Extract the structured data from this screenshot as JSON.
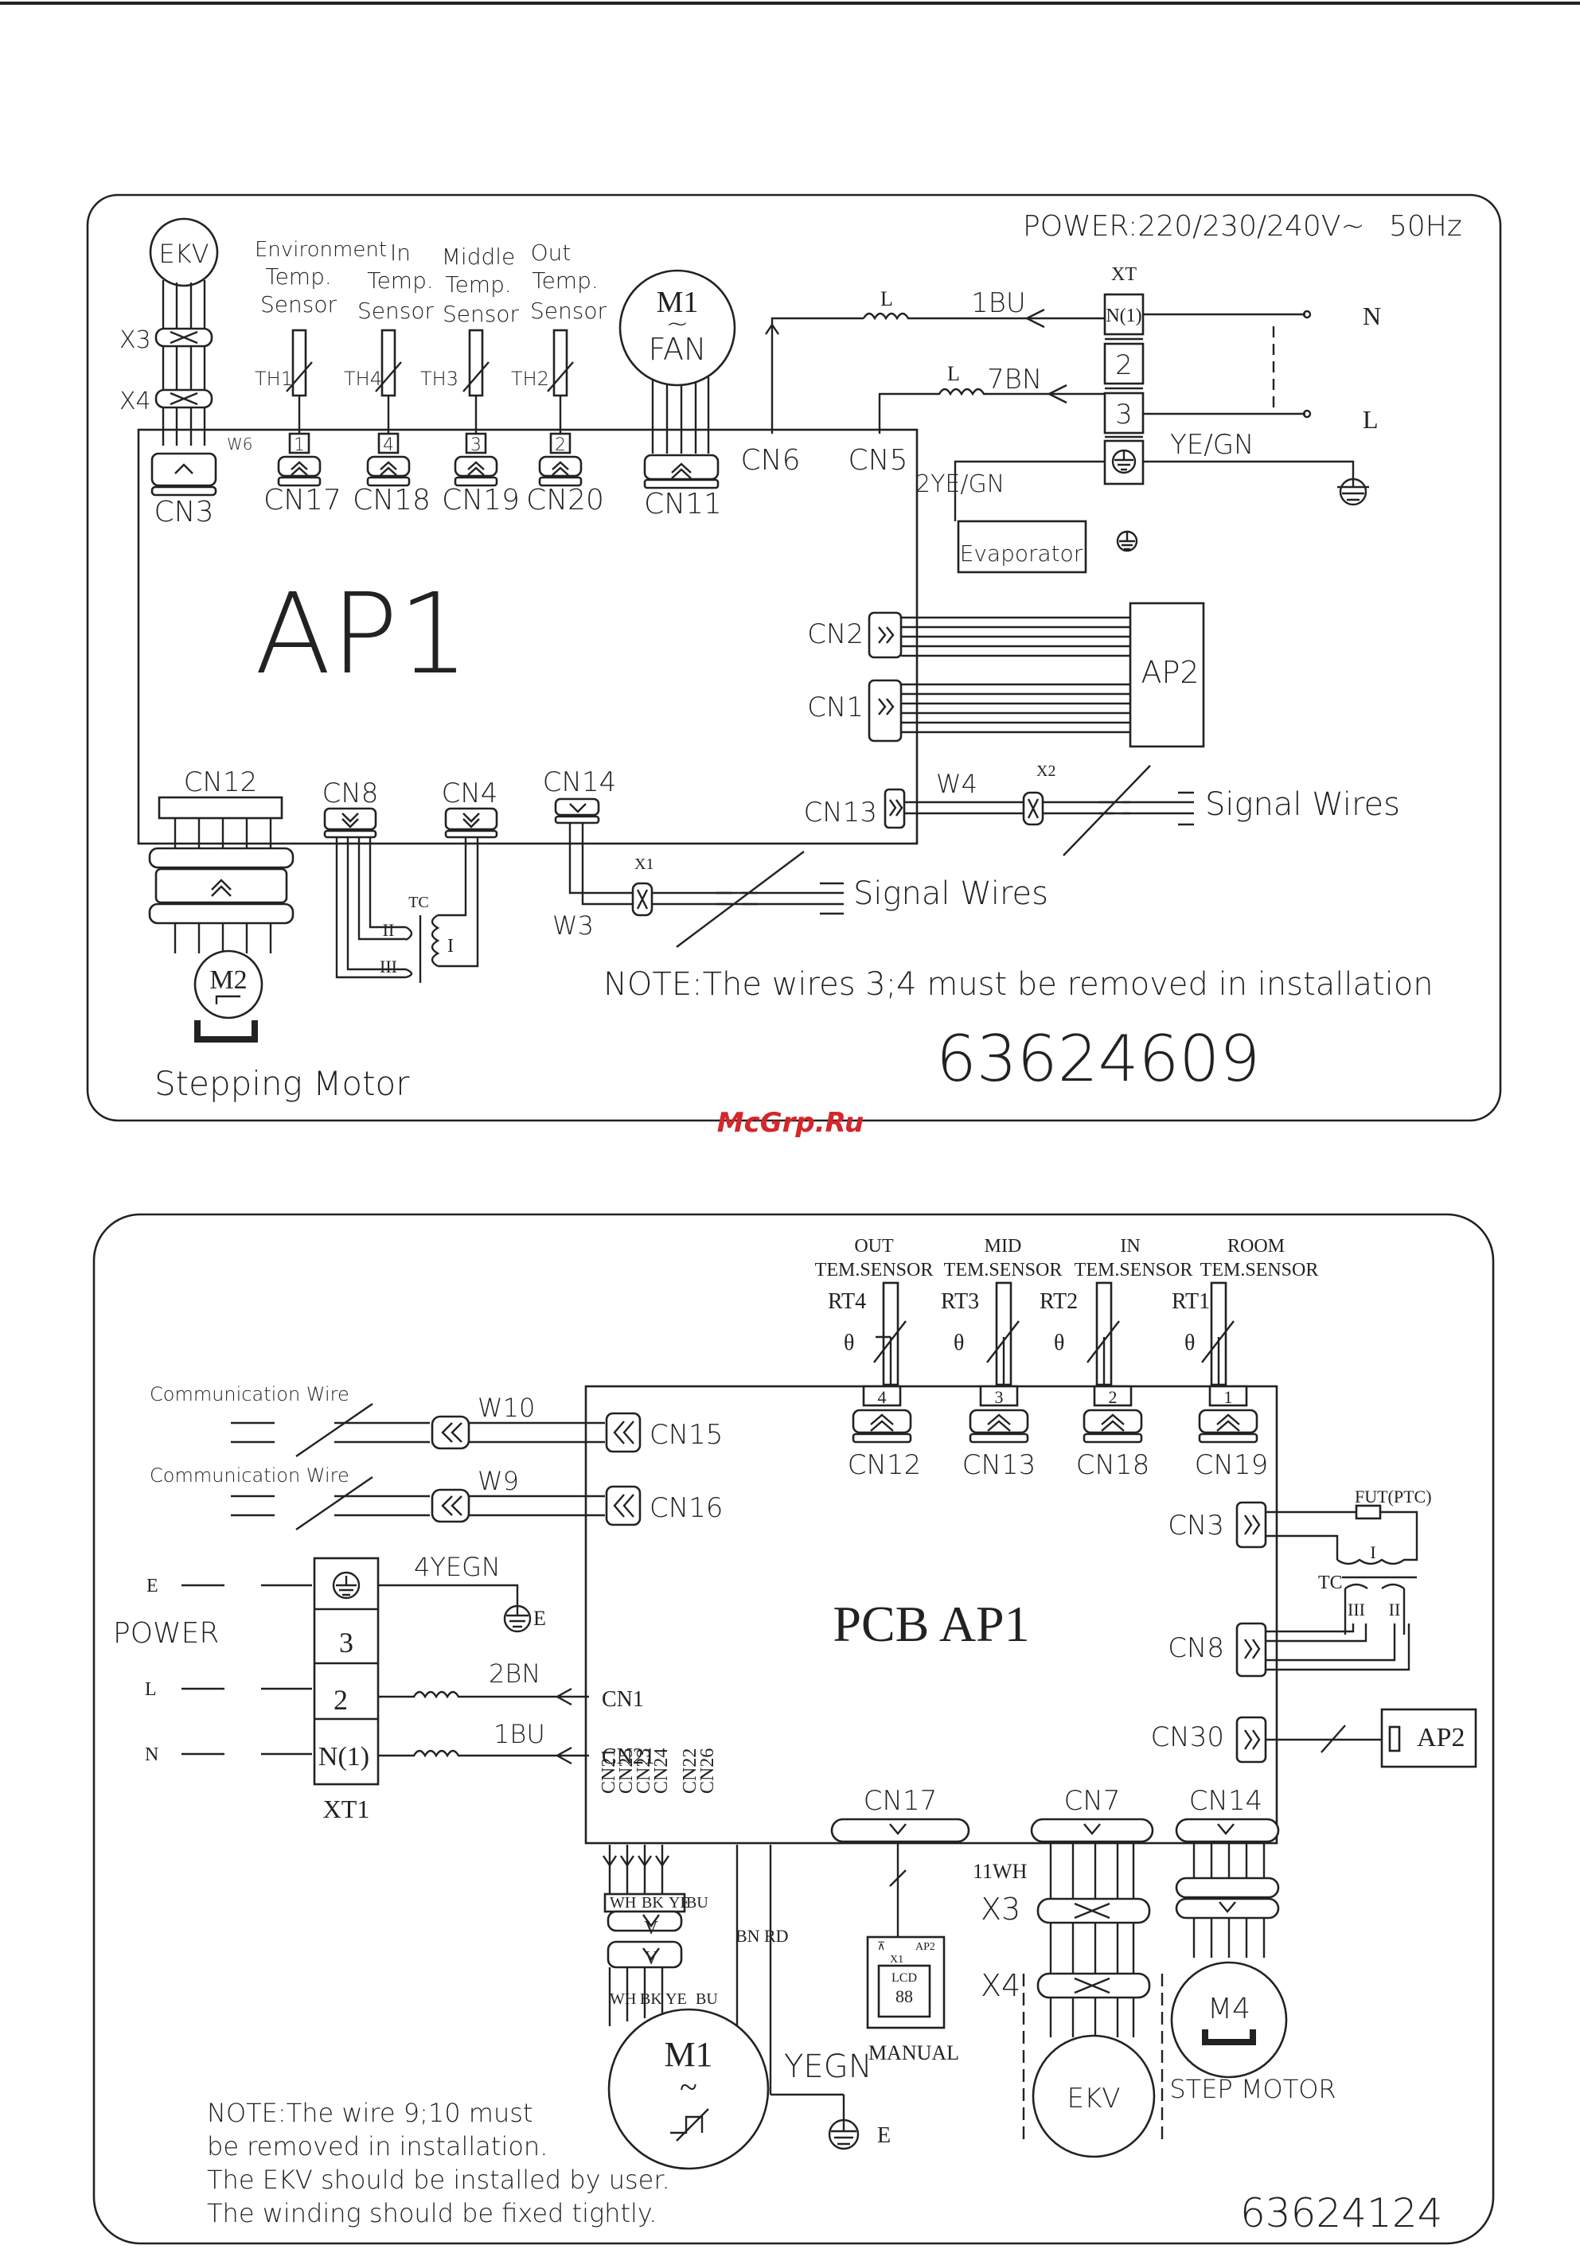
{
  "watermark": "McGrp.Ru",
  "diagram1": {
    "power_label": "POWER:220/230/240V~",
    "hz_label": "50Hz",
    "ekv": "EKV",
    "x3": "X3",
    "x4": "X4",
    "w6": "W6",
    "cn3": "CN3",
    "sensors": [
      {
        "line1": "Environment",
        "line2": "Temp.",
        "line3": "Sensor",
        "th": "TH1",
        "num": "1",
        "cn": "CN17"
      },
      {
        "line1": "In",
        "line2": "Temp.",
        "line3": "Sensor",
        "th": "TH4",
        "num": "4",
        "cn": "CN18"
      },
      {
        "line1": "Middle",
        "line2": "Temp.",
        "line3": "Sensor",
        "th": "TH3",
        "num": "3",
        "cn": "CN19"
      },
      {
        "line1": "Out",
        "line2": "Temp.",
        "line3": "Sensor",
        "th": "TH2",
        "num": "2",
        "cn": "CN20"
      }
    ],
    "fan_m1": "M1",
    "fan_tilde": "~",
    "fan_label": "FAN",
    "cn11": "CN11",
    "cn6": "CN6",
    "cn5": "CN5",
    "l1": "L",
    "l2": "L",
    "bu": "1BU",
    "bn": "7BN",
    "xt": "XT",
    "xt_terms": [
      "N(1)",
      "2",
      "3"
    ],
    "n_label": "N",
    "l_label": "L",
    "yegn": "YE/GN",
    "yegn2": "2YE/GN",
    "evaporator": "Evaporator",
    "ap1": "AP1",
    "ap2": "AP2",
    "cn2": "CN2",
    "cn1": "CN1",
    "cn13": "CN13",
    "w4": "W4",
    "x2": "X2",
    "signal1": "Signal Wires",
    "cn12": "CN12",
    "cn8": "CN8",
    "cn4": "CN4",
    "cn14": "CN14",
    "tc": "TC",
    "tc_ii": "II",
    "tc_iii": "III",
    "tc_i": "I",
    "x1": "X1",
    "w3": "W3",
    "signal2": "Signal Wires",
    "m2": "M2",
    "stepping": "Stepping Motor",
    "note": "NOTE:The wires 3;4 must be removed in installation",
    "code": "63624609"
  },
  "diagram2": {
    "sensors": [
      {
        "line1": "OUT",
        "line2": "TEM.SENSOR",
        "rt": "RT4",
        "num": "4",
        "cn": "CN12"
      },
      {
        "line1": "MID",
        "line2": "TEM.SENSOR",
        "rt": "RT3",
        "num": "3",
        "cn": "CN13"
      },
      {
        "line1": "IN",
        "line2": "TEM.SENSOR",
        "rt": "RT2",
        "num": "2",
        "cn": "CN18"
      },
      {
        "line1": "ROOM",
        "line2": "TEM.SENSOR",
        "rt": "RT1",
        "num": "1",
        "cn": "CN19"
      }
    ],
    "comm1": "Communication Wire",
    "comm2": "Communication Wire",
    "w10": "W10",
    "w9": "W9",
    "cn15": "CN15",
    "cn16": "CN16",
    "pcb": "PCB AP1",
    "cn3": "CN3",
    "fut": "FUT(PTC)",
    "tc": "TC",
    "tc_i": "I",
    "tc_iii": "III",
    "tc_ii": "II",
    "cn8": "CN8",
    "cn30": "CN30",
    "ap2": "AP2",
    "e_in": "E",
    "power": "POWER",
    "l_in": "L",
    "n_in": "N",
    "xt_terms": [
      "3",
      "2",
      "N(1)"
    ],
    "xt1": "XT1",
    "yegn4": "4YEGN",
    "e_gnd": "E",
    "bn2": "2BN",
    "bu1": "1BU",
    "cn1": "CN1",
    "cn21": "CN21",
    "vert_cns": [
      "CN21",
      "CN25",
      "CN23",
      "CN24",
      "CN22",
      "CN26"
    ],
    "wires_top": [
      "WH",
      "BK",
      "YE",
      "BU"
    ],
    "wires_bottom": [
      "WH",
      "BK",
      "YE",
      "BU"
    ],
    "v": "V",
    "bn": "BN",
    "rd": "RD",
    "m1": "M1",
    "yegn": "YEGN",
    "e_m1": "E",
    "cn17": "CN17",
    "cn7": "CN7",
    "cn14": "CN14",
    "wh11": "11WH",
    "x3": "X3",
    "x4": "X4",
    "manual_ap2": "AP2",
    "manual_x1": "X1",
    "manual_lcd": "LCD",
    "manual_digits": "88",
    "manual": "MANUAL",
    "ekv": "EKV",
    "m4": "M4",
    "step": "STEP MOTOR",
    "note1": "NOTE:The wire 9;10 must",
    "note2": "be removed in installation.",
    "note3": "The EKV should be installed by user.",
    "note4": "The winding should be fixed tightly.",
    "code": "63624124"
  }
}
